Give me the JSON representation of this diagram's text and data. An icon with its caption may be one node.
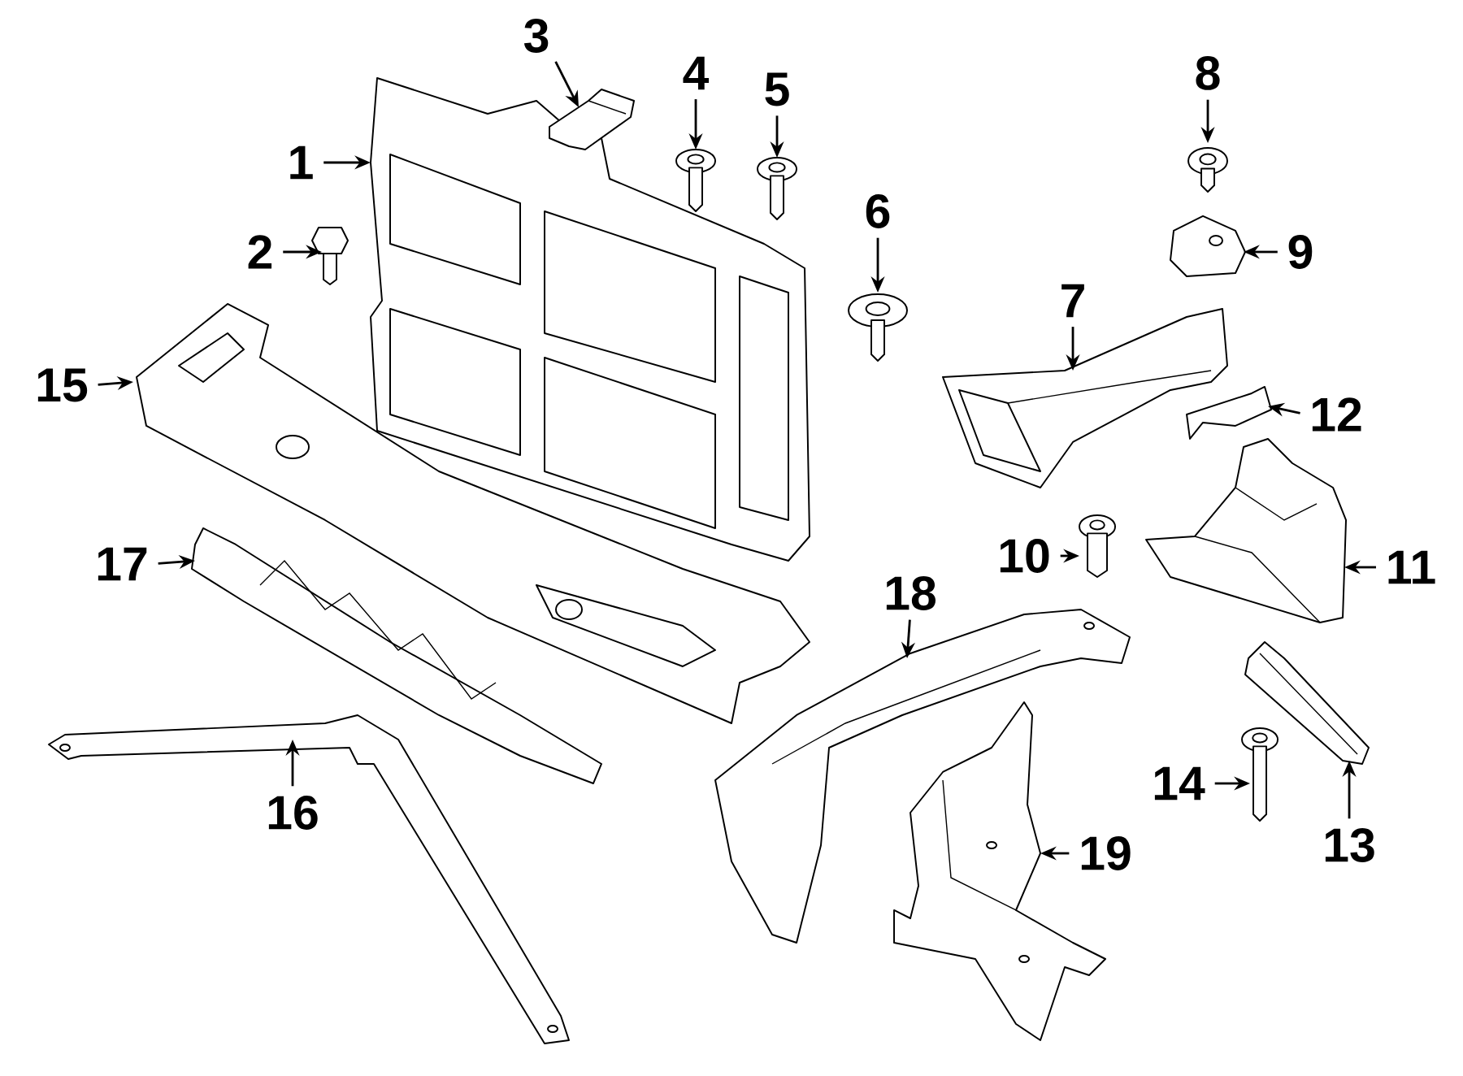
{
  "diagram": {
    "nodes": [
      {
        "text": [
          "1"
        ]
      },
      {
        "text": [
          "2"
        ]
      },
      {
        "text": [
          "3"
        ]
      },
      {
        "text": [
          "4"
        ]
      },
      {
        "text": [
          "5"
        ]
      },
      {
        "text": [
          "6"
        ]
      },
      {
        "text": [
          "7"
        ]
      },
      {
        "text": [
          "8"
        ]
      },
      {
        "text": [
          "9"
        ]
      },
      {
        "text": [
          "10"
        ]
      },
      {
        "text": [
          "11"
        ]
      },
      {
        "text": [
          "12"
        ]
      },
      {
        "text": [
          "13"
        ]
      },
      {
        "text": [
          "14"
        ]
      },
      {
        "text": [
          "15"
        ]
      },
      {
        "text": [
          "16"
        ]
      },
      {
        "text": [
          "17"
        ]
      },
      {
        "text": [
          "18"
        ]
      },
      {
        "text": [
          "19"
        ]
      },
      {
        "text": [],
        "shape": "picture"
      },
      {
        "text": [],
        "shape": "picture"
      },
      {
        "text": [],
        "shape": "picture"
      },
      {
        "text": [],
        "shape": "picture"
      },
      {
        "text": [],
        "shape": "picture"
      },
      {
        "text": [],
        "shape": "picture"
      },
      {
        "text": [],
        "shape": "picture"
      },
      {
        "text": [],
        "shape": "picture"
      },
      {
        "text": [],
        "shape": "picture"
      },
      {
        "text": [],
        "shape": "picture"
      },
      {
        "text": [],
        "shape": "picture"
      },
      {
        "text": [],
        "shape": "picture"
      },
      {
        "text": [],
        "shape": "picture"
      },
      {
        "text": [],
        "shape": "picture"
      },
      {
        "text": [],
        "shape": "picture"
      },
      {
        "text": [],
        "shape": "picture"
      },
      {
        "text": [],
        "shape": "picture"
      },
      {
        "text": [],
        "shape": "picture"
      },
      {
        "text": [],
        "shape": "picture"
      }
    ],
    "edges": [
      {
        "from": 0,
        "to": 19,
        "arrow": "to"
      },
      {
        "from": 1,
        "to": 20,
        "arrow": "to"
      },
      {
        "from": 2,
        "to": 21,
        "arrow": "to"
      },
      {
        "from": 3,
        "to": 22,
        "arrow": "to"
      },
      {
        "from": 4,
        "to": 23,
        "arrow": "to"
      },
      {
        "from": 5,
        "to": 24,
        "arrow": "to"
      },
      {
        "from": 6,
        "to": 25,
        "arrow": "to"
      },
      {
        "from": 7,
        "to": 26,
        "arrow": "to"
      },
      {
        "from": 8,
        "to": 27,
        "arrow": "to"
      },
      {
        "from": 9,
        "to": 28,
        "arrow": "to"
      },
      {
        "from": 10,
        "to": 29,
        "arrow": "to"
      },
      {
        "from": 11,
        "to": 30,
        "arrow": "to"
      },
      {
        "from": 12,
        "to": 31,
        "arrow": "to"
      },
      {
        "from": 13,
        "to": 32,
        "arrow": "to"
      },
      {
        "from": 14,
        "to": 33,
        "arrow": "to"
      },
      {
        "from": 15,
        "to": 34,
        "arrow": "to"
      },
      {
        "from": 16,
        "to": 35,
        "arrow": "to"
      },
      {
        "from": 17,
        "to": 36,
        "arrow": "to"
      },
      {
        "from": 18,
        "to": 37,
        "arrow": "to"
      }
    ]
  }
}
